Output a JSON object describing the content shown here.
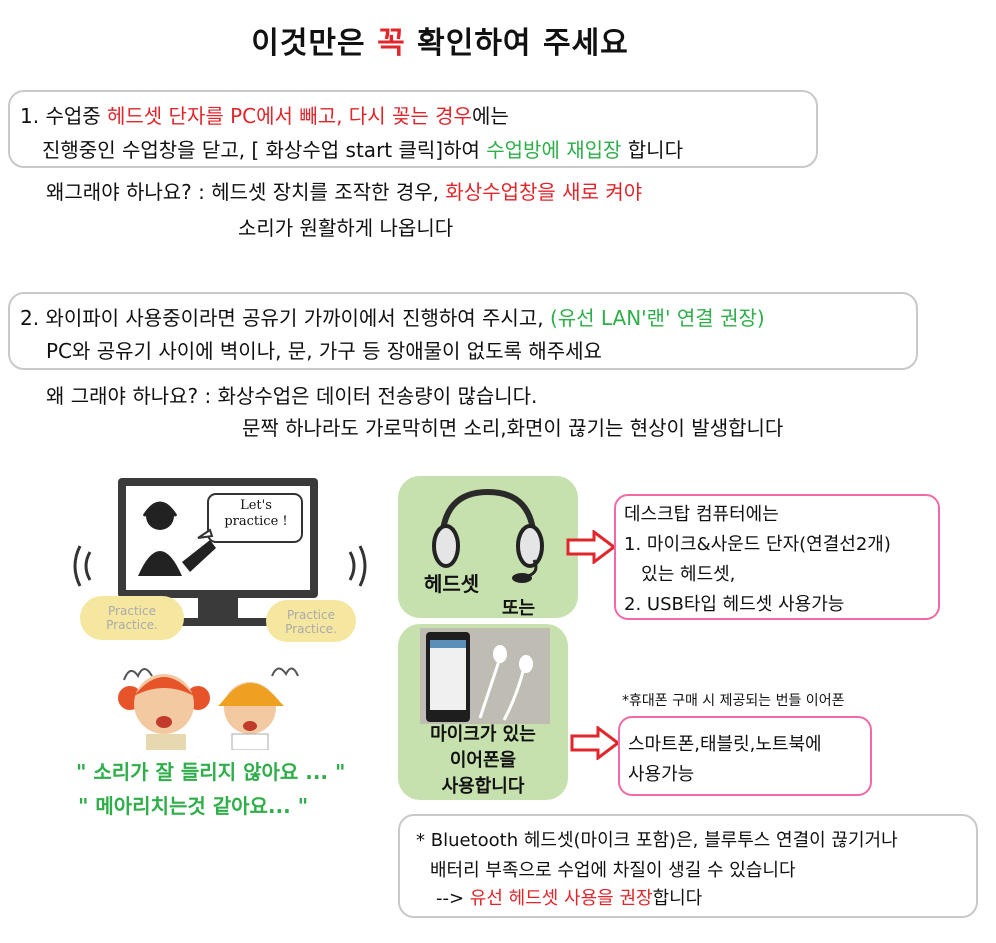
{
  "title": {
    "pre": "이것만은 ",
    "accent": "꼭",
    "post": " 확인하여 주세요"
  },
  "section1": {
    "line1_pre": "1. 수업중  ",
    "line1_red": "헤드셋 단자를 PC에서 빼고, 다시 꽂는 경우",
    "line1_post": "에는",
    "line2_pre": "진행중인 수업창을 닫고,  [ 화상수업 start 클릭]하여 ",
    "line2_green": "수업방에 재입장",
    "line2_post": " 합니다",
    "why_label": "왜그래야 하나요? : 헤드셋 장치를 조작한 경우, ",
    "why_red": "화상수업창을 새로 켜야",
    "why_line2": "소리가 원활하게 나옵니다"
  },
  "section2": {
    "line1_pre": "2. 와이파이 사용중이라면 공유기 가까이에서 진행하여 주시고, ",
    "line1_green": "(유선 LAN'랜' 연결 권장)",
    "line2": "PC와 공유기 사이에 벽이나, 문, 가구 등 장애물이 없도록 해주세요",
    "why_line1": "왜 그래야 하나요? :  화상수업은 데이터 전송량이 많습니다.",
    "why_line2": "문짝 하나라도 가로막히면 소리,화면이 끊기는 현상이 발생합니다"
  },
  "illustration": {
    "bubble_text": "Let's practice !",
    "left_cloud": [
      "Practice",
      "Practice."
    ],
    "right_cloud": [
      "Practice",
      "Practice."
    ],
    "quote1": "\" 소리가 잘 들리지 않아요 ... \"",
    "quote2": "\" 메아리치는것 같아요... \""
  },
  "headset_card": {
    "label1": "헤드셋",
    "label2": "또는"
  },
  "desktop_box": {
    "lines": [
      "데스크탑 컴퓨터에는",
      "1. 마이크&사운드 단자(연결선2개)",
      "   있는 헤드셋,",
      "2. USB타입 헤드셋 사용가능"
    ]
  },
  "earphone_note": "*휴대폰 구매 시 제공되는 번들 이어폰",
  "earphone_card": {
    "lines": [
      "마이크가 있는",
      "이어폰을",
      "사용합니다"
    ]
  },
  "mobile_box": {
    "lines": [
      "스마트폰,태블릿,노트북에",
      "사용가능"
    ]
  },
  "bluetooth_box": {
    "line1": "* Bluetooth 헤드셋(마이크 포함)은, 블루투스 연결이 끊기거나",
    "line2": "배터리 부족으로 수업에 차질이 생길 수 있습니다",
    "line3_pre": "--> ",
    "line3_red": "유선 헤드셋 사용을 권장",
    "line3_post": "합니다"
  },
  "colors": {
    "accent_red": "#e0262b",
    "accent_green": "#2fae4a",
    "pink_border": "#f06aa6",
    "card_green": "#c7e1ae"
  },
  "icons": [
    "headset-icon",
    "earphones-phone-photo",
    "arrow-right-icon",
    "monitor-illustration",
    "children-illustration"
  ]
}
